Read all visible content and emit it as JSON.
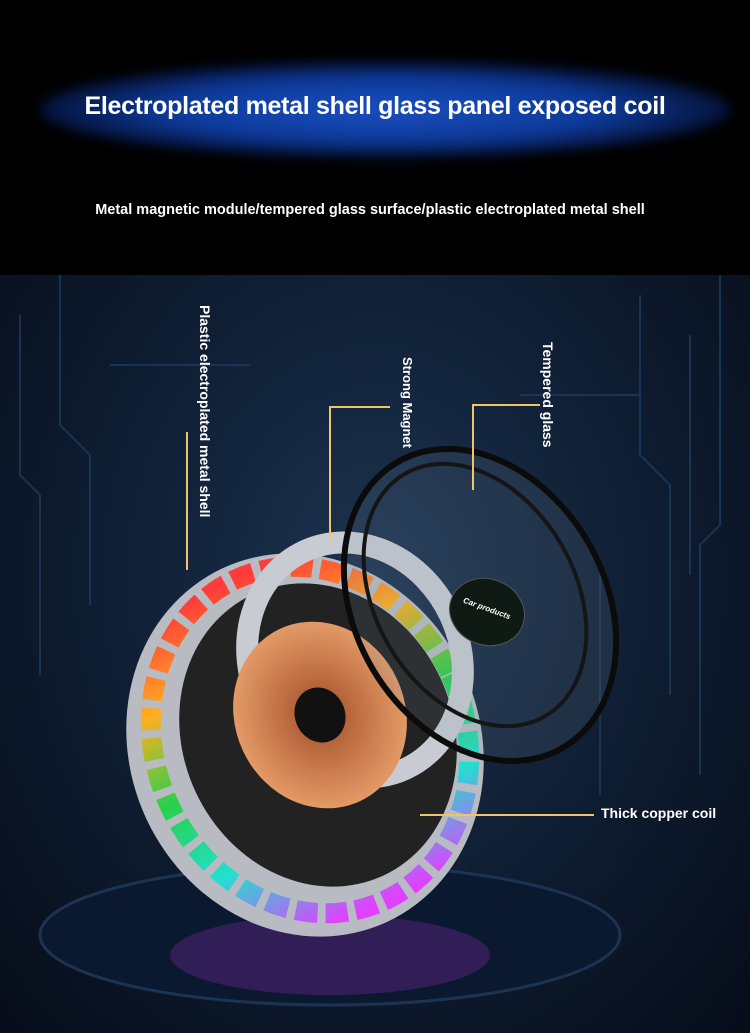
{
  "header": {
    "title": "Electroplated metal shell glass panel exposed coil",
    "subtitle": "Metal magnetic module/tempered glass surface/plastic electroplated metal shell"
  },
  "labels": {
    "shell": "Plastic electroplated metal shell",
    "magnet": "Strong Magnet",
    "glass": "Tempered glass",
    "coil": "Thick copper coil"
  },
  "logo_text": "Car products",
  "colors": {
    "leader_line": "#f2c46a",
    "glow": "#1a4fc0"
  }
}
